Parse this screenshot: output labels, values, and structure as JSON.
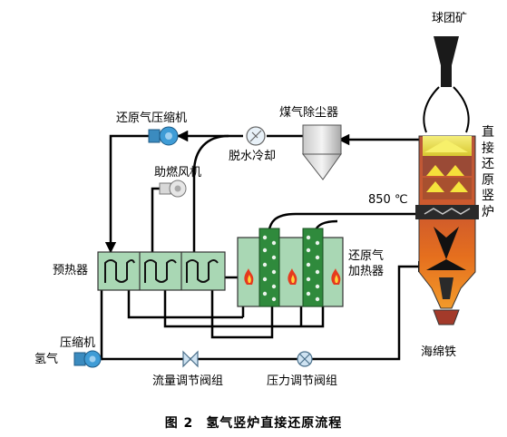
{
  "labels": {
    "pellet_ore": "球团矿",
    "shaft_furnace": [
      "直",
      "接",
      "还",
      "原",
      "竖",
      "炉"
    ],
    "gas_compressor": "还原气压缩机",
    "gas_dust_remover": "煤气除尘器",
    "dehydration_cooling": "脱水冷却",
    "combustion_fan": "助燃风机",
    "temperature": "850 ℃",
    "preheater": "预热器",
    "reducing_gas_heater_line1": "还原气",
    "reducing_gas_heater_line2": "加热器",
    "hydrogen": "氢气",
    "compressor": "压缩机",
    "flow_control_valve": "流量调节阀组",
    "pressure_control_valve": "压力调节阀组",
    "sponge_iron": "海绵铁"
  },
  "caption": {
    "figure_no": "图 2",
    "title": "氢气竖炉直接还原流程"
  }
}
